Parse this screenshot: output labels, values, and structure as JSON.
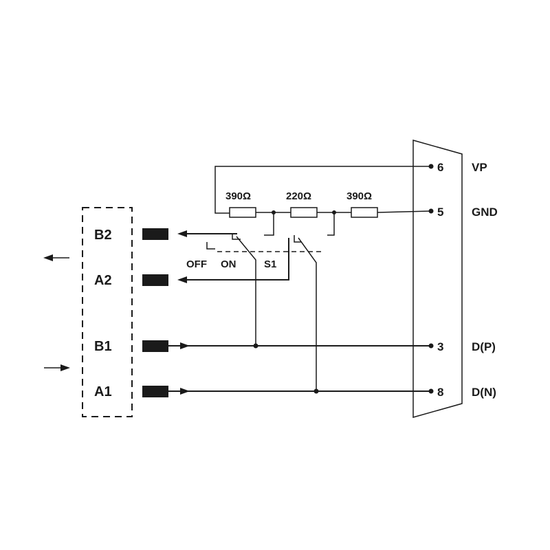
{
  "connector": {
    "pins": [
      {
        "number": "6",
        "signal": "VP"
      },
      {
        "number": "5",
        "signal": "GND"
      },
      {
        "number": "3",
        "signal": "D(P)"
      },
      {
        "number": "8",
        "signal": "D(N)"
      }
    ]
  },
  "resistors": [
    "390Ω",
    "220Ω",
    "390Ω"
  ],
  "switch": {
    "off_label": "OFF",
    "on_label": "ON",
    "name": "S1"
  },
  "bus_terminals": [
    "B2",
    "A2",
    "B1",
    "A1"
  ]
}
